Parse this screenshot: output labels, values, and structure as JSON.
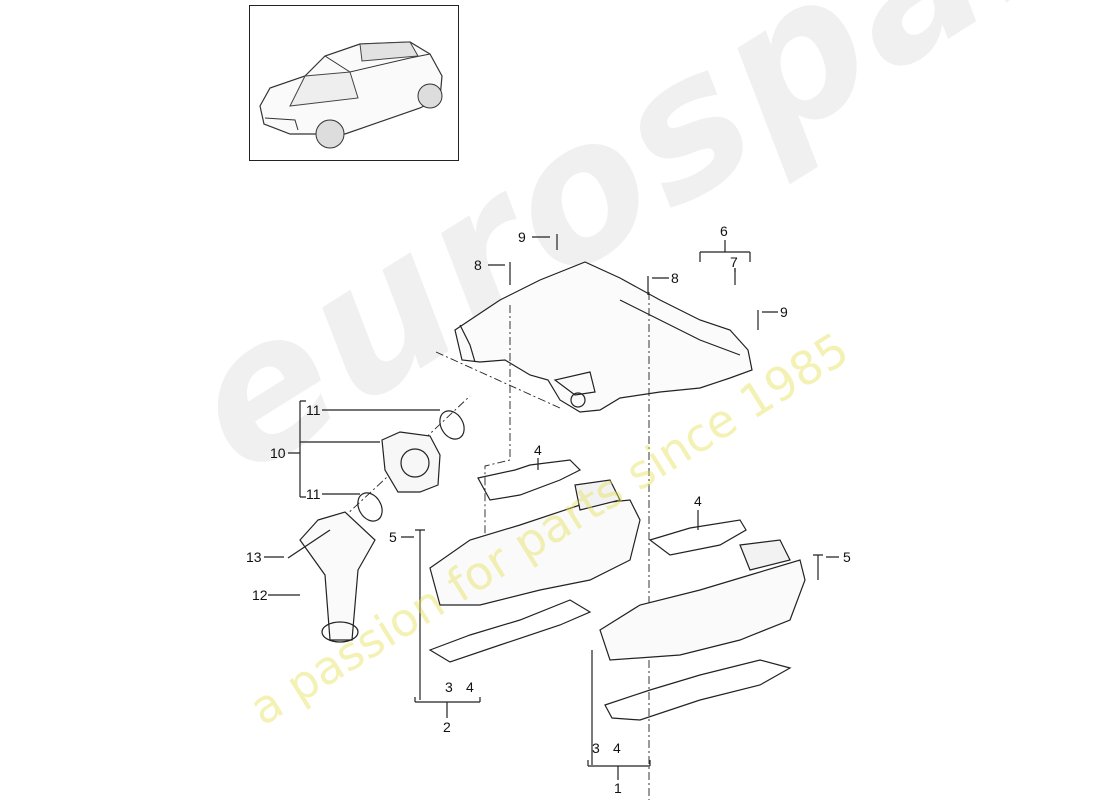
{
  "watermark": {
    "logo": "eurospares",
    "tagline": "a passion for parts since 1985"
  },
  "thumbnail": {
    "icon": "vehicle-overview-icon"
  },
  "callouts": {
    "c9a": "9",
    "c8a": "8",
    "c8b": "8",
    "c6": "6",
    "c7": "7",
    "c9b": "9",
    "c11a": "11",
    "c11b": "11",
    "c10": "10",
    "c4a": "4",
    "c4b": "4",
    "c5a": "5",
    "c5b": "5",
    "c13": "13",
    "c12": "12",
    "c3a": "3",
    "c4c": "4",
    "c2": "2",
    "c3b": "3",
    "c4d": "4",
    "c1": "1"
  }
}
